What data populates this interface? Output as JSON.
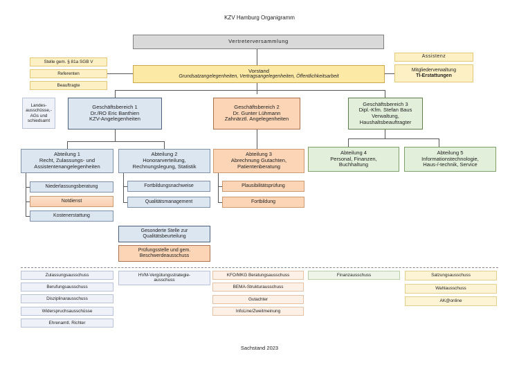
{
  "title": "KZV Hamburg Organigramm",
  "vertreterversammlung": "Vertreterversammlung",
  "vorstand": {
    "label": "Vorstand",
    "subtitle": "Grundsatzangelegenheiten, Vertragsangelegenheiten, Öffentlichkeitsarbeit"
  },
  "left_stack": [
    "Stelle gem. § 81a SGB V",
    "Referenten",
    "Beauftragte"
  ],
  "right_stack": {
    "assistenz": "Assistenz",
    "mitglied_line1": "Mitgliederverwaltung",
    "mitglied_line2": "TI-Erstattungen"
  },
  "landes": [
    "Landes-",
    "ausschüsse,-",
    "AGs und",
    "schiedsamt"
  ],
  "gb1": [
    "Geschäftsbereich 1",
    "Dr./RO Eric Banthien",
    "KZV-Angelegenheiten"
  ],
  "gb2": [
    "Geschäftsbereich 2",
    "Dr. Gunter Lühmann",
    "Zahnärztl. Angelegenheiten"
  ],
  "gb3": [
    "Geschäftsbereich 3",
    "Dipl.-Kfm. Stefan Baus",
    "Verwaltung,",
    "Haushaltsbeauftragter"
  ],
  "abt1": [
    "Abteilung 1",
    "Recht, Zulassungs- und",
    "Assistentenangelegenheiten"
  ],
  "abt2": [
    "Abteilung 2",
    "Honorarverteilung,",
    "Rechnungslegung, Statistik"
  ],
  "abt3": [
    "Abteilung 3",
    "Abrechnung Gutachten,",
    "Patientenberatung"
  ],
  "abt4": [
    "Abteilung 4",
    "Personal, Finanzen,",
    "Buchhaltung"
  ],
  "abt5": [
    "Abteilung 5",
    "Informationstechnologie,",
    "Haus-/-technik, Service"
  ],
  "abt1_subs": [
    "Niederlassungsberatung",
    "Notdienst",
    "Kostenerstattung"
  ],
  "abt2_subs": [
    "Fortbildungsnachweise",
    "Qualitätsmanagement"
  ],
  "abt3_subs": [
    "Plausibilitätsprüfung",
    "Fortbildung"
  ],
  "gesonderte": [
    "Gesonderte Stelle zur",
    "Qualitätsbeurteilung"
  ],
  "pruefung": [
    "Prüfungsstelle und gem.",
    "Beschwerdeausschuss"
  ],
  "committees": {
    "col1": [
      "Zulassungsausschuss",
      "Berufungsausschuss",
      "Disziplinarausschuss",
      "Widerspruchsausschüsse",
      "Ehrenamtl. Richter"
    ],
    "col2": [
      "HVM-Vergütungsstrategie-ausschuss"
    ],
    "col3": [
      "KFO/MKG Beratungsausschuss",
      "BEMA-Strukturausschuss",
      "Gutachter",
      "InfoLine/Zweitmeinung"
    ],
    "col4": [
      "Finanzausschuss"
    ],
    "col5": [
      "Satzungsausschuss",
      "Wahlausschuss",
      "AK@online"
    ]
  },
  "footer": "Sachstand 2023"
}
